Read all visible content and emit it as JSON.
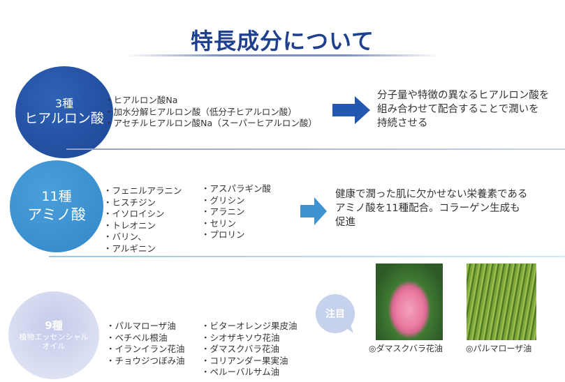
{
  "title": "特長成分について",
  "sections": [
    {
      "count": "3種",
      "name": "ヒアルロン酸",
      "items": [
        "・ヒアルロン酸Na",
        "・加水分解ヒアルロン酸（低分子ヒアルロン酸）",
        "・アセチルヒアルロン酸Na（スーパーヒアルロン酸）"
      ],
      "description": [
        "分子量や特徴の異なるヒアルロン酸を",
        "組み合わせて配合することで潤いを",
        "持続させる"
      ]
    },
    {
      "count": "11種",
      "name": "アミノ酸",
      "items_col1": [
        "・フェニルアラニン",
        "・ヒスチジン",
        "・イソロイシン",
        "・トレオニン",
        "・バリン、",
        "・アルギニン"
      ],
      "items_col2": [
        "・アスパラギン酸",
        "・グリシン",
        "・アラニン",
        "・セリン",
        "・プロリン"
      ],
      "description": [
        "健康で潤った肌に欠かせない栄養素である",
        "アミノ酸を11種配合。コラーゲン生成も",
        "促進"
      ]
    },
    {
      "count": "9種",
      "name": "植物エッセンシャル",
      "name2": "オイル",
      "items_col1": [
        "・パルマローザ油",
        "・ベチベル根油",
        "・イランイラン花油",
        "・チョウジつぼみ油"
      ],
      "items_col2": [
        "・ビターオレンジ果皮油",
        "・シオザキソウ花油",
        "・ダマスクバラ花油",
        "・コリアンダー果実油",
        "・ペルーバルサム油"
      ],
      "badge": "注目",
      "photos": [
        {
          "caption": "◎ダマスクバラ花油"
        },
        {
          "caption": "◎パルマローザ油"
        }
      ]
    }
  ],
  "colors": {
    "title": "#1f3f8f",
    "circle1": "#1f4fa0",
    "circle2": "#3a8fcf",
    "circle3": "#d5daef"
  }
}
